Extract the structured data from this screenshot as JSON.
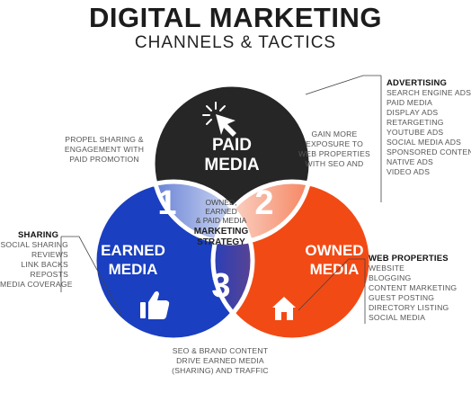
{
  "title": "DIGITAL MARKETING",
  "subtitle": "CHANNELS & TACTICS",
  "center": {
    "line1": "OWNED,",
    "line2": "EARNED",
    "line3": "& PAID MEDIA",
    "line4": "MARKETING",
    "line5": "STRATEGY"
  },
  "circles": {
    "paid": {
      "line1": "PAID",
      "line2": "MEDIA",
      "color": "#262626"
    },
    "earned": {
      "line1": "EARNED",
      "line2": "MEDIA",
      "color": "#1a3fc0"
    },
    "owned": {
      "line1": "OWNED",
      "line2": "MEDIA",
      "color": "#f24a15"
    }
  },
  "intersections": {
    "one": "1",
    "two": "2",
    "three": "3"
  },
  "notes": {
    "one": [
      "PROPEL SHARING &",
      "ENGAGEMENT WITH",
      "PAID PROMOTION"
    ],
    "two": [
      "GAIN MORE",
      "EXPOSURE TO",
      "WEB PROPERTIES",
      "WITH SEO AND"
    ],
    "three": [
      "SEO & BRAND CONTENT",
      "DRIVE EARNED MEDIA",
      "(SHARING) AND TRAFFIC"
    ]
  },
  "advertising": {
    "heading": "ADVERTISING",
    "items": [
      "SEARCH ENGINE ADS",
      "PAID MEDIA",
      "DISPLAY ADS",
      "RETARGETING",
      "YOUTUBE ADS",
      "SOCIAL MEDIA ADS",
      "SPONSORED CONTENT",
      "NATIVE ADS",
      "VIDEO ADS"
    ]
  },
  "sharing": {
    "heading": "SHARING",
    "items": [
      "SOCIAL SHARING",
      "REVIEWS",
      "LINK BACKS",
      "REPOSTS",
      "MEDIA COVERAGE"
    ]
  },
  "web_properties": {
    "heading": "WEB PROPERTIES",
    "items": [
      "WEBSITE",
      "BLOGGING",
      "CONTENT MARKETING",
      "GUEST POSTING",
      "DIRECTORY LISTING",
      "SOCIAL MEDIA"
    ]
  },
  "icons": {
    "paid": "cursor-click-icon",
    "earned": "thumbs-up-icon",
    "owned": "house-icon"
  }
}
